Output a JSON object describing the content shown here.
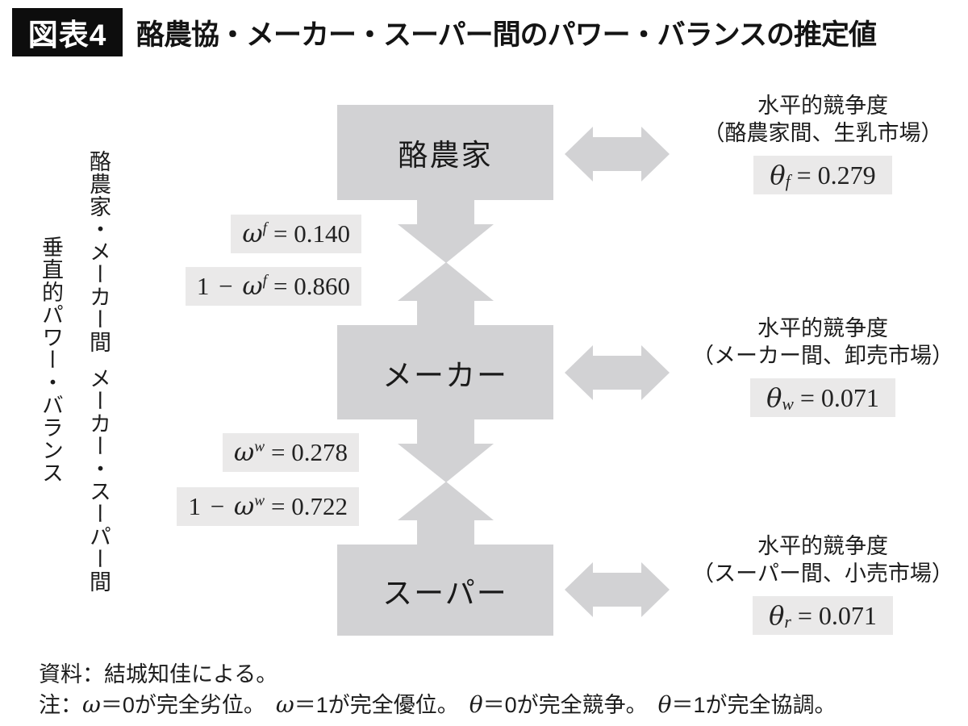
{
  "header": {
    "badge": "図表4",
    "title": "酪農協・メーカー・スーパー間のパワー・バランスの推定値"
  },
  "colors": {
    "node_gray": "#d2d2d4",
    "arrow_gray": "#d2d2d4",
    "label_bg": "#eae9e9",
    "badge_bg": "#0d0d0d"
  },
  "left_axis": {
    "main": "垂直的パワー・バランス",
    "sub_top": "酪農家・メーカー間",
    "sub_bottom": "メーカー・スーパー間"
  },
  "nodes": [
    {
      "label": "酪農家"
    },
    {
      "label": "メーカー"
    },
    {
      "label": "スーパー"
    }
  ],
  "vertical_power_labels": [
    {
      "prefix": "",
      "symbol": "ω",
      "sup": "f",
      "value": "= 0.140"
    },
    {
      "prefix": "1 − ",
      "symbol": "ω",
      "sup": "f",
      "value": "= 0.860"
    },
    {
      "prefix": "",
      "symbol": "ω",
      "sup": "w",
      "value": "= 0.278"
    },
    {
      "prefix": "1 − ",
      "symbol": "ω",
      "sup": "w",
      "value": "= 0.722"
    }
  ],
  "horizontal_blocks": [
    {
      "title": "水平的競争度",
      "subtitle": "（酪農家間、生乳市場）",
      "symbol": "θ",
      "sub": "f",
      "value": "= 0.279"
    },
    {
      "title": "水平的競争度",
      "subtitle": "（メーカー間、卸売市場）",
      "symbol": "θ",
      "sub": "w",
      "value": "= 0.071"
    },
    {
      "title": "水平的競争度",
      "subtitle": "（スーパー間、小売市場）",
      "symbol": "θ",
      "sub": "r",
      "value": "= 0.071"
    }
  ],
  "footer": {
    "source": "資料：結城知佳による。",
    "note_prefix": "注：",
    "notes": [
      {
        "symbol": "ω",
        "text": "＝0が完全劣位。"
      },
      {
        "symbol": "ω",
        "text": "＝1が完全優位。"
      },
      {
        "symbol": "θ",
        "text": "＝0が完全競争。"
      },
      {
        "symbol": "θ",
        "text": "＝1が完全協調。"
      }
    ]
  }
}
